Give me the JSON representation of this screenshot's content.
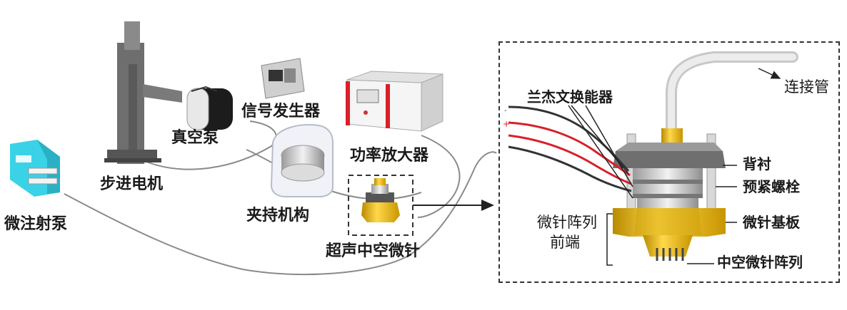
{
  "labels": {
    "stepper_motor": "步进电机",
    "vacuum_pump": "真空泵",
    "signal_generator": "信号发生器",
    "power_amplifier": "功率放大器",
    "clamp": "夹持机构",
    "syringe_pump": "微注射泵",
    "ultrasonic_needle": "超声中空微针",
    "langevin_transducer": "兰杰文换能器",
    "connecting_tube": "连接管",
    "backing": "背衬",
    "preload_bolt": "预紧螺栓",
    "needle_substrate": "微针基板",
    "array_front_line1": "微针阵列",
    "array_front_line2": "前端",
    "hollow_needle_array": "中空微针阵列"
  },
  "colors": {
    "device_gray": "#6e6e6e",
    "syringe_cyan": "#3ad2e6",
    "needle_gold": "#e6b800",
    "amp_red": "#d8202a",
    "wire_red": "#d8202a",
    "wire_dark": "#333333",
    "line_gray": "#8a8a8a"
  },
  "icons": [
    "stepper-motor-icon",
    "vacuum-pump-icon",
    "signal-generator-icon",
    "power-amplifier-icon",
    "clamp-icon",
    "syringe-pump-icon",
    "ultrasonic-needle-icon",
    "transducer-assembly-icon"
  ]
}
